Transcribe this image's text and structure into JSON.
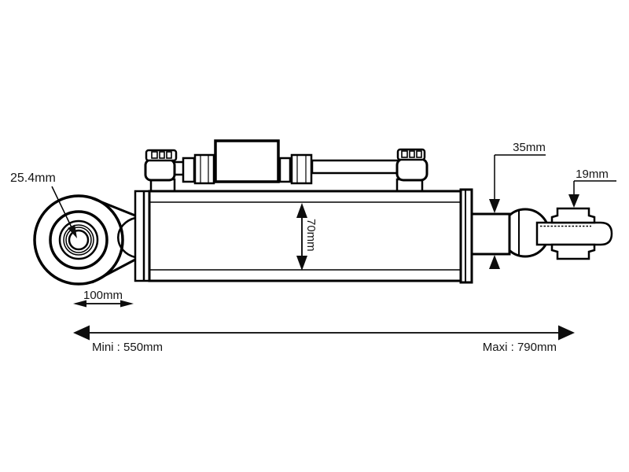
{
  "labels": {
    "bore_diameter": "25.4mm",
    "eye_length": "100mm",
    "cylinder_diameter": "70mm",
    "rod_diameter": "35mm",
    "thread_diameter": "19mm",
    "length_min": "Mini : 550mm",
    "length_max": "Maxi : 790mm"
  },
  "colors": {
    "line": "#000000",
    "text": "#161616",
    "background": "#ffffff"
  }
}
